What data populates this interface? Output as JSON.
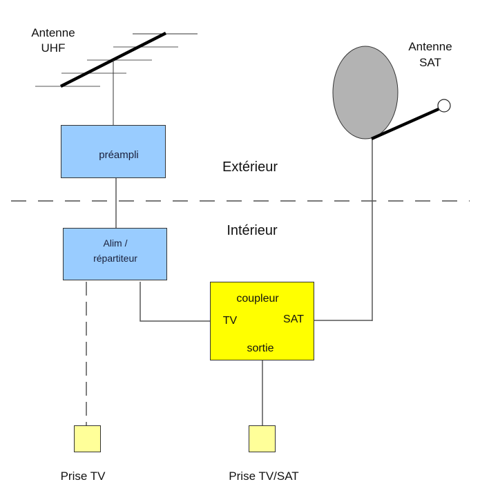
{
  "colors": {
    "preamp_fill": "#99ccff",
    "coupler_fill": "#ffff00",
    "outlet_fill": "#ffff99",
    "dish_fill": "#b3b3b3",
    "line": "#555555",
    "divider": "#777777"
  },
  "zones": {
    "outside": "Extérieur",
    "inside": "Intérieur"
  },
  "antennas": {
    "uhf": {
      "line1": "Antenne",
      "line2": "UHF"
    },
    "sat": {
      "line1": "Antenne",
      "line2": "SAT"
    }
  },
  "components": {
    "preamp": {
      "label": "préampli"
    },
    "splitter": {
      "line1": "Alim /",
      "line2": "répartiteur"
    },
    "coupler": {
      "title": "coupleur",
      "input_tv": "TV",
      "input_sat": "SAT",
      "output": "sortie"
    }
  },
  "outlets": {
    "tv": {
      "label": "Prise TV"
    },
    "tv_sat": {
      "label": "Prise TV/SAT"
    }
  },
  "connections": [
    {
      "from": "uhf-antenna",
      "to": "preamp",
      "style": "solid"
    },
    {
      "from": "preamp",
      "to": "splitter",
      "style": "solid"
    },
    {
      "from": "splitter",
      "to": "coupler.TV",
      "style": "solid"
    },
    {
      "from": "splitter",
      "to": "outlet-tv",
      "style": "dashed"
    },
    {
      "from": "sat-antenna",
      "to": "coupler.SAT",
      "style": "solid"
    },
    {
      "from": "coupler.sortie",
      "to": "outlet-tv-sat",
      "style": "solid"
    }
  ]
}
